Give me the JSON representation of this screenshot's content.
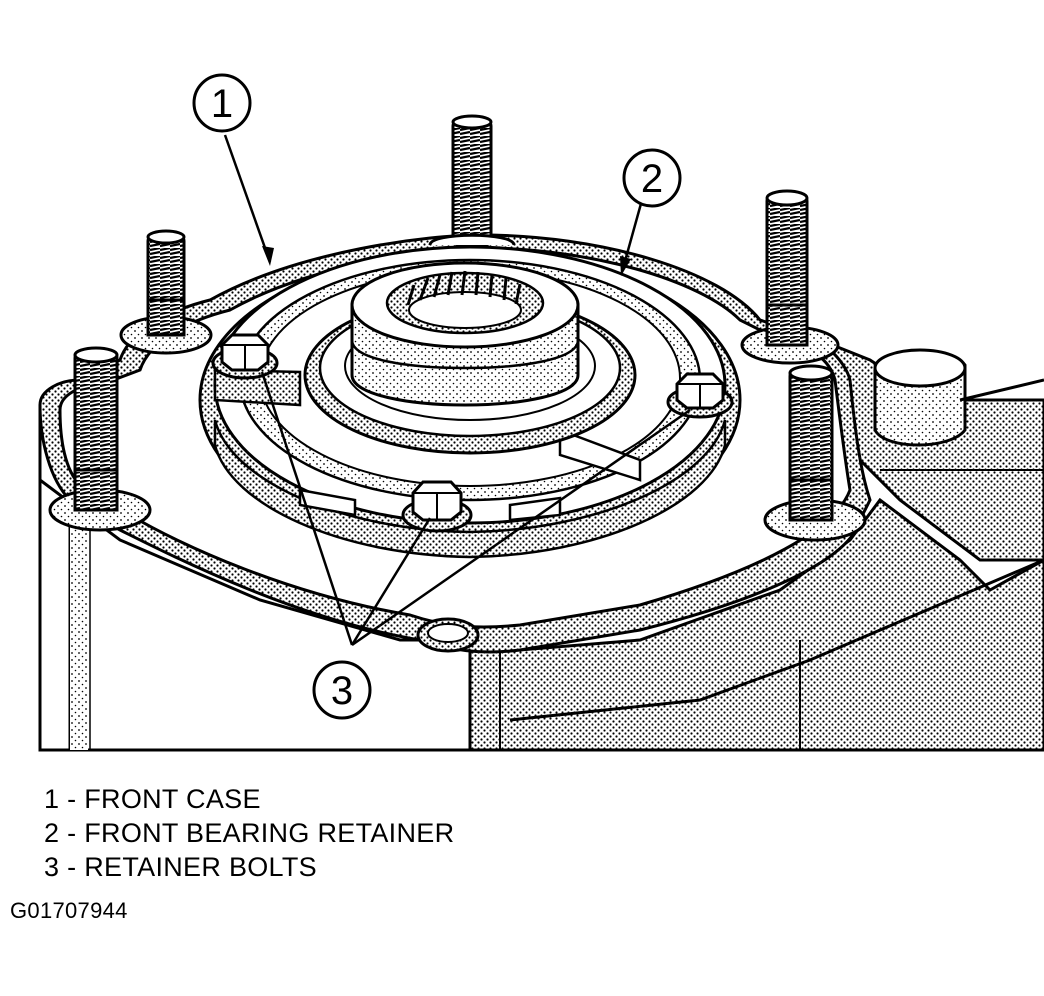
{
  "callouts": [
    {
      "number": "1"
    },
    {
      "number": "2"
    },
    {
      "number": "3"
    }
  ],
  "legend": [
    {
      "number": "1",
      "label": "FRONT CASE"
    },
    {
      "number": "2",
      "label": "FRONT BEARING RETAINER"
    },
    {
      "number": "3",
      "label": "RETAINER BOLTS"
    }
  ],
  "figure_id": "G01707944",
  "colors": {
    "ink": "#000000",
    "paper": "#ffffff",
    "shade": "#9a9a9a"
  }
}
